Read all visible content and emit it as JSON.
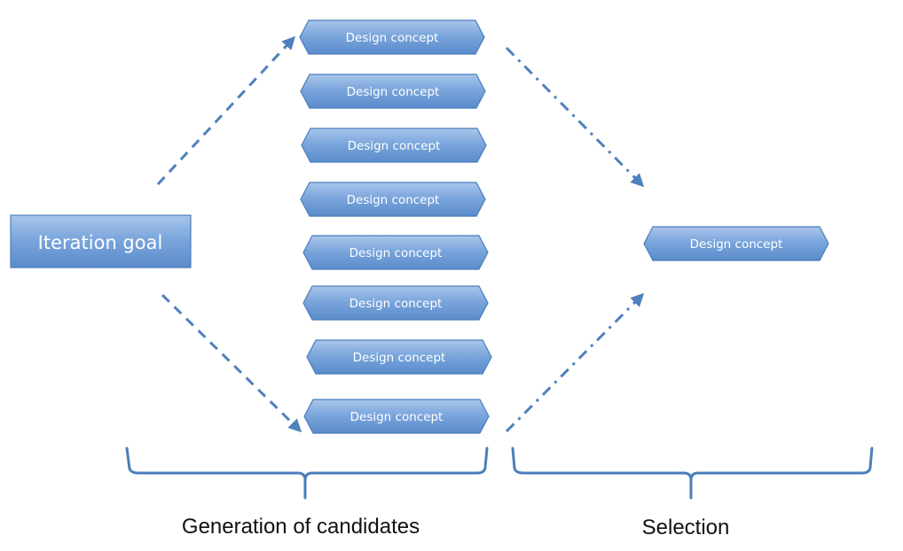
{
  "goal": {
    "label": "Iteration goal"
  },
  "candidates": [
    {
      "label": "Design concept"
    },
    {
      "label": "Design concept"
    },
    {
      "label": "Design concept"
    },
    {
      "label": "Design concept"
    },
    {
      "label": "Design concept"
    },
    {
      "label": "Design concept"
    },
    {
      "label": "Design concept"
    },
    {
      "label": "Design concept"
    }
  ],
  "selected": {
    "label": "Design concept"
  },
  "phases": {
    "generation": "Generation of candidates",
    "selection": "Selection"
  },
  "colors": {
    "box_fill_top": "#8db3e2",
    "box_fill_bottom": "#4f81bd",
    "box_border": "#4a7ebb",
    "arrow": "#4f81bd",
    "brace": "#4a7ebb"
  }
}
